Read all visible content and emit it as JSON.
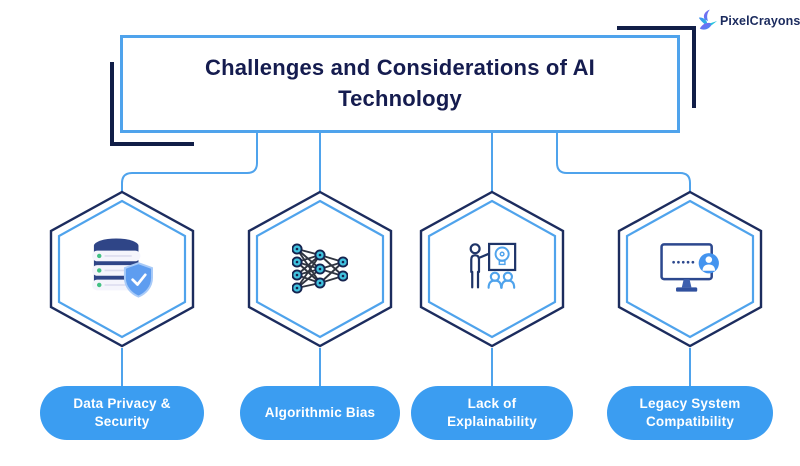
{
  "brand": {
    "name": "PixelCrayons",
    "trademark": "®",
    "logo_icon": "hummingbird-icon"
  },
  "header": {
    "title": "Challenges and Considerations of AI Technology"
  },
  "items": [
    {
      "label": "Data Privacy & Security",
      "icon": "database-shield-icon"
    },
    {
      "label": "Algorithmic Bias",
      "icon": "neural-network-icon"
    },
    {
      "label": "Lack of Explainability",
      "icon": "presenter-lightbulb-icon"
    },
    {
      "label": "Legacy System Compatibility",
      "icon": "monitor-user-icon"
    }
  ],
  "colors": {
    "accent_blue": "#4fa3ec",
    "navy_dark": "#111e47",
    "hex_outer": "#1c2c5e",
    "pill_blue": "#3b9df1",
    "title_text": "#151c4f",
    "node_teal": "#41c2df",
    "database_navy": "#2f4587",
    "shield_blue": "#5e9df0",
    "avatar_blue": "#4494ef",
    "check_green": "#43c183"
  }
}
